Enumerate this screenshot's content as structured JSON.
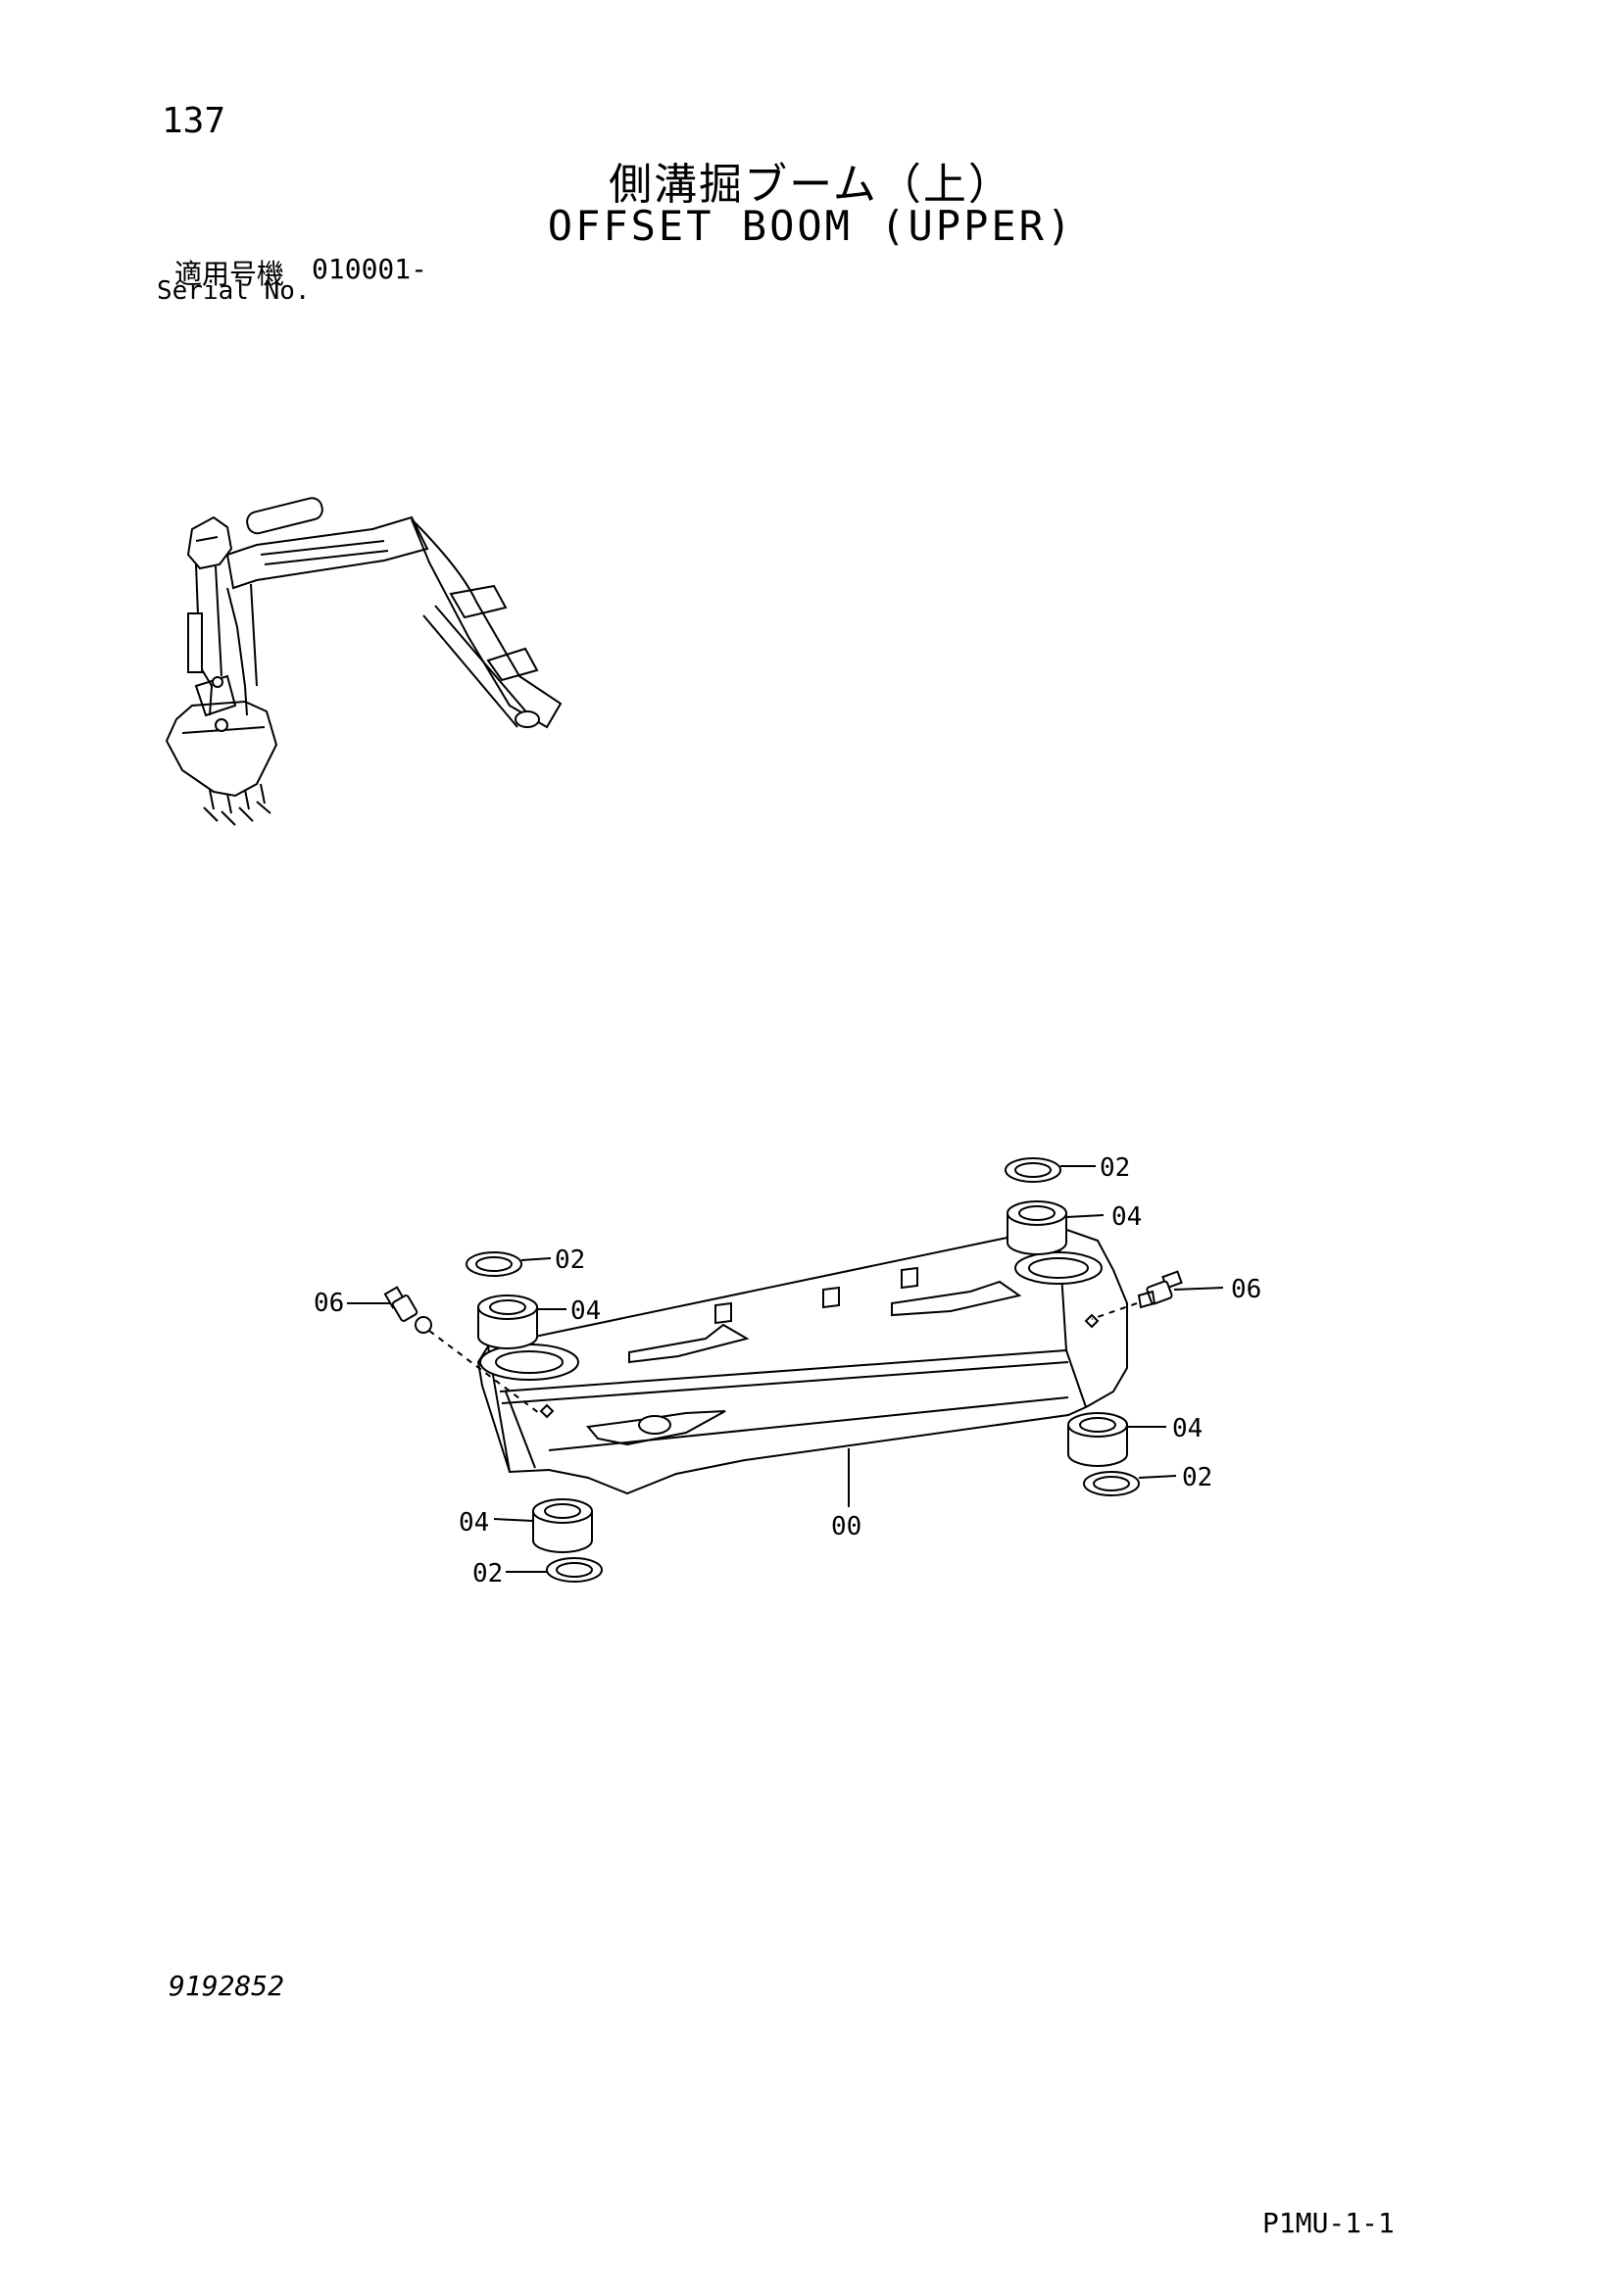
{
  "header": {
    "page_number": "137",
    "title_jp": "側溝掘ブーム（上）",
    "title_en": "OFFSET BOOM (UPPER)"
  },
  "serial": {
    "label_jp": "適用号機",
    "value": "010001-",
    "label_en": "Serial No."
  },
  "callouts": {
    "c02_top_right": "02",
    "c04_top_right": "04",
    "c02_top_left": "02",
    "c04_top_left": "04",
    "c06_left": "06",
    "c06_right": "06",
    "c04_right": "04",
    "c02_right": "02",
    "c04_bottom_left": "04",
    "c02_bottom_left": "02",
    "c00_main": "00"
  },
  "footer": {
    "drawing_number": "9192852",
    "page_code": "P1MU-1-1"
  }
}
